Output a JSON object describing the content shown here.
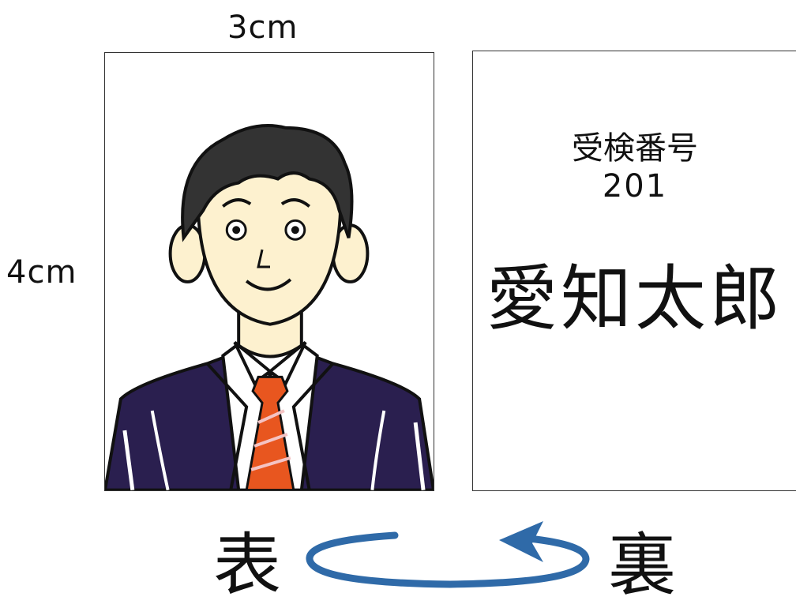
{
  "dimensions": {
    "width": "3cm",
    "height": "4cm"
  },
  "back": {
    "exam_label": "受検番号",
    "exam_number": "201",
    "name": "愛知太郎"
  },
  "sides": {
    "front": "表",
    "back": "裏"
  },
  "colors": {
    "arrow": "#2f6aa8",
    "suit": "#2a1f4f",
    "tie": "#e8561f",
    "skin": "#fdf1cf",
    "hair": "#333333"
  }
}
